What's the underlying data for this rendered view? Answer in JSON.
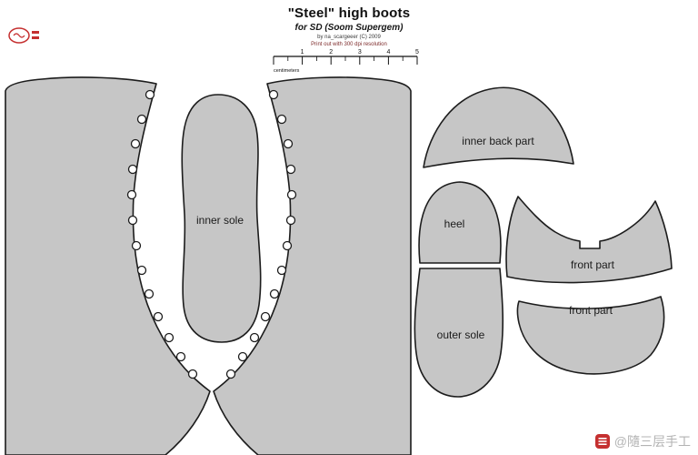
{
  "header": {
    "title": "\"Steel\" high boots",
    "subtitle": "for SD (Soom Supergem)",
    "credit": "by na_scargeeer (C) 2009",
    "print_note": "Print out with 300 dpi resolution"
  },
  "ruler": {
    "unit_label": "centimeters",
    "ticks": [
      "1",
      "2",
      "3",
      "4",
      "5"
    ]
  },
  "pieces": {
    "inner_sole": "inner sole",
    "inner_back_part": "inner back part",
    "heel": "heel",
    "outer_sole": "outer sole",
    "front_part_top": "front part",
    "front_part_bottom": "front part"
  },
  "watermark": {
    "text": "@隨三层手工"
  },
  "colors": {
    "piece_fill": "#c6c6c6",
    "piece_outline": "#1c1c1c",
    "accent_red": "#c53030",
    "watermark_text": "#b3b3b3"
  }
}
